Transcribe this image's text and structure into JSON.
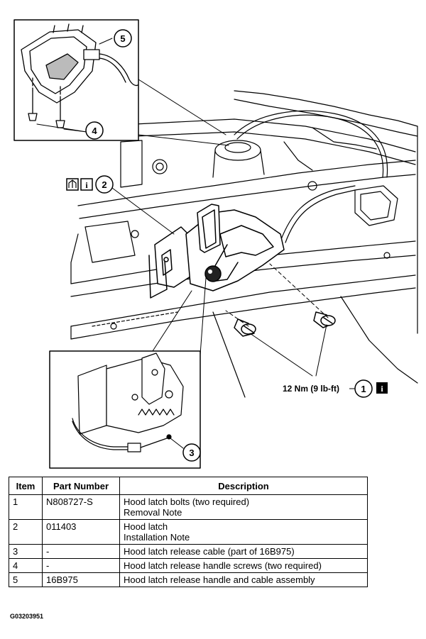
{
  "callouts": {
    "c1": "1",
    "c2": "2",
    "c3": "3",
    "c4": "4",
    "c5": "5"
  },
  "torque_spec": "12 Nm (9 lb-ft)",
  "icons": {
    "info_letter": "i",
    "names": [
      "pair-install-icon",
      "info-icon"
    ]
  },
  "table": {
    "headers": [
      "Item",
      "Part Number",
      "Description"
    ],
    "rows": [
      {
        "item": "1",
        "part": "N808727-S",
        "desc": [
          "Hood latch bolts (two required)",
          "Removal Note"
        ]
      },
      {
        "item": "2",
        "part": "011403",
        "desc": [
          "Hood latch",
          "Installation Note"
        ]
      },
      {
        "item": "3",
        "part": "-",
        "desc": [
          "Hood latch release cable (part of 16B975)"
        ]
      },
      {
        "item": "4",
        "part": "-",
        "desc": [
          "Hood latch release handle screws (two required)"
        ]
      },
      {
        "item": "5",
        "part": "16B975",
        "desc": [
          "Hood latch release handle and cable assembly"
        ]
      }
    ]
  },
  "figure_id": "G03203951"
}
